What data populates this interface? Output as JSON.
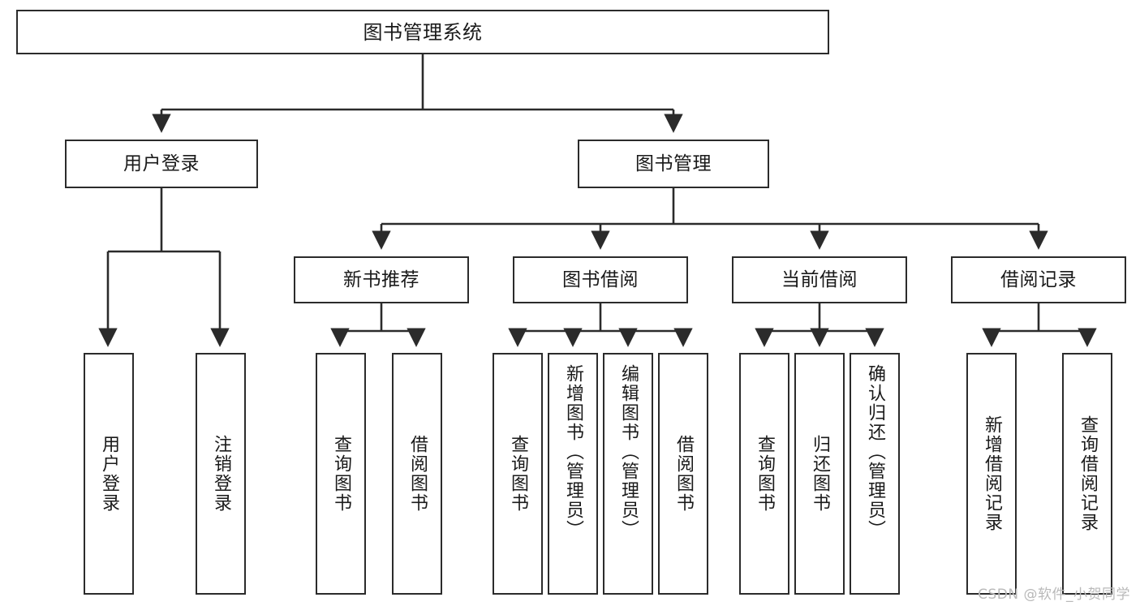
{
  "diagram": {
    "type": "hierarchy-tree",
    "title": "图书管理系统",
    "root": {
      "label": "图书管理系统"
    },
    "tier2": [
      {
        "label": "用户登录"
      },
      {
        "label": "图书管理"
      }
    ],
    "tier3": [
      {
        "label": "新书推荐"
      },
      {
        "label": "图书借阅"
      },
      {
        "label": "当前借阅"
      },
      {
        "label": "借阅记录"
      }
    ],
    "leaves": {
      "user_login": [
        {
          "label": "用户登录"
        },
        {
          "label": "注销登录"
        }
      ],
      "new_book_recommend": [
        {
          "label": "查询图书"
        },
        {
          "label": "借阅图书"
        }
      ],
      "book_borrow": [
        {
          "label": "查询图书"
        },
        {
          "label": "新增图书（管理员）"
        },
        {
          "label": "编辑图书（管理员）"
        },
        {
          "label": "借阅图书"
        }
      ],
      "current_borrow": [
        {
          "label": "查询图书"
        },
        {
          "label": "归还图书"
        },
        {
          "label": "确认归还（管理员）"
        }
      ],
      "borrow_record": [
        {
          "label": "新增借阅记录"
        },
        {
          "label": "查询借阅记录"
        }
      ]
    },
    "colors": {
      "stroke": "#2b2b2b",
      "background": "#ffffff",
      "text": "#1a1a1a",
      "watermark": "#b9b9b9"
    }
  },
  "watermark": {
    "text": "CSDN @软件_小贺同学"
  }
}
